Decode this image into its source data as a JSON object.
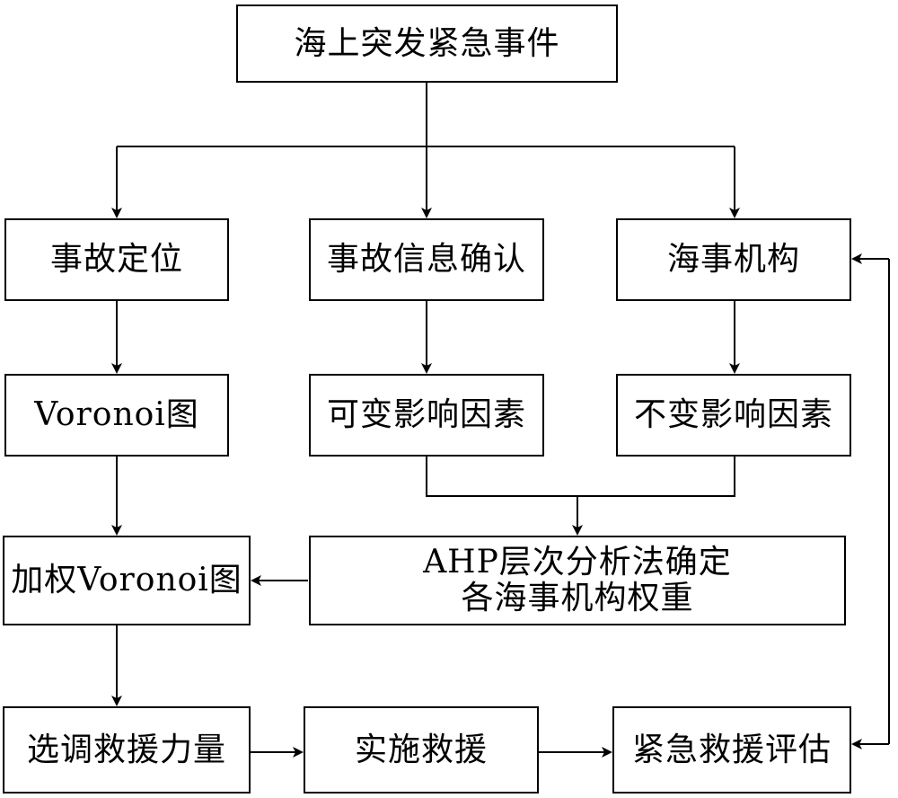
{
  "nodes": {
    "maritime_emergency": "海上突发紧急事件",
    "accident_location": "事故定位",
    "accident_info_confirm": "事故信息确认",
    "maritime_agency": "海事机构",
    "voronoi": "Voronoi图",
    "variable_factors": "可变影响因素",
    "invariable_factors": "不变影响因素",
    "weighted_voronoi": "加权Voronoi图",
    "ahp_line1": "AHP层次分析法确定",
    "ahp_line2": "各海事机构权重",
    "select_forces": "选调救援力量",
    "implement_rescue": "实施救援",
    "rescue_evaluation": "紧急救援评估"
  }
}
